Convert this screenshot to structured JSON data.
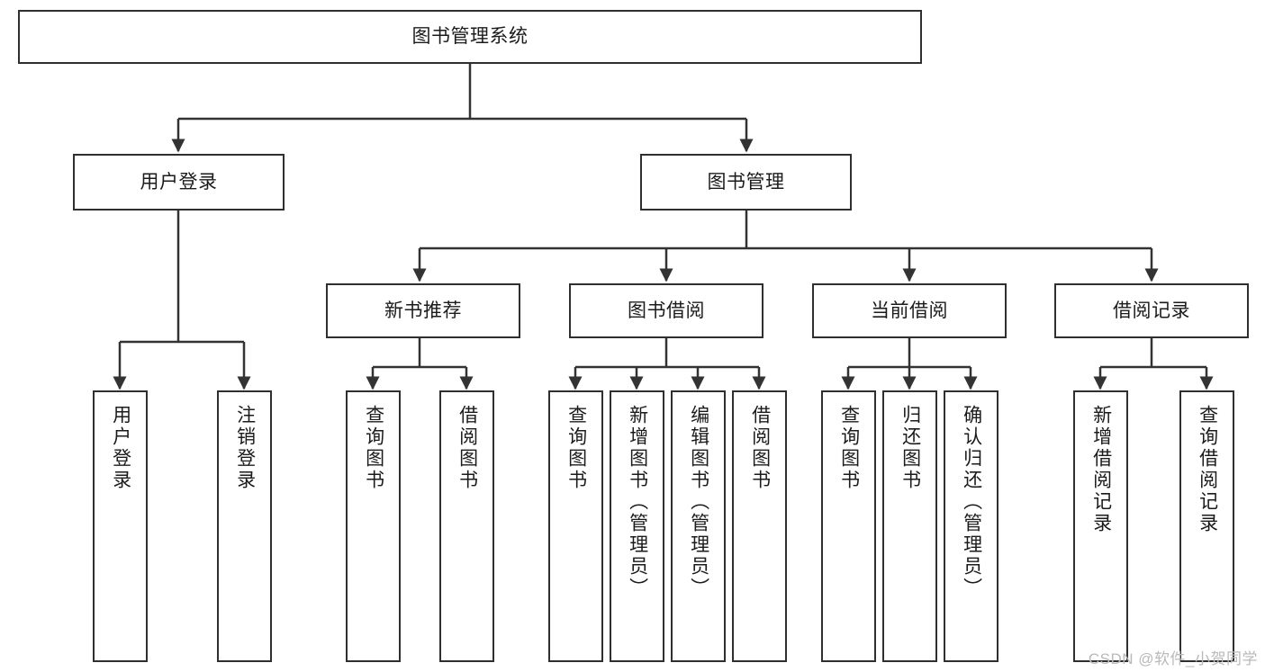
{
  "diagram": {
    "type": "tree-hierarchy-chart",
    "title": "图书管理系统",
    "watermark": "CSDN @软件_小贺同学",
    "colors": {
      "box_border": "#2f2f2f",
      "box_fill": "#ffffff",
      "connector": "#333333",
      "text": "#1b1b1b",
      "watermark": "#b9b9b9"
    },
    "nodes": {
      "root": {
        "label": "图书管理系统",
        "level": 1,
        "orientation": "horizontal"
      },
      "l2": [
        {
          "id": "user-login",
          "label": "用户登录",
          "level": 2,
          "orientation": "horizontal"
        },
        {
          "id": "book-manage",
          "label": "图书管理",
          "level": 2,
          "orientation": "horizontal"
        }
      ],
      "l3": [
        {
          "id": "new-book-rec",
          "label": "新书推荐",
          "level": 3,
          "orientation": "horizontal"
        },
        {
          "id": "book-borrow",
          "label": "图书借阅",
          "level": 3,
          "orientation": "horizontal"
        },
        {
          "id": "current-borrow",
          "label": "当前借阅",
          "level": 3,
          "orientation": "horizontal"
        },
        {
          "id": "borrow-record",
          "label": "借阅记录",
          "level": 3,
          "orientation": "horizontal"
        }
      ],
      "leaves": {
        "user_login": [
          {
            "id": "leaf-user-login",
            "label": "用户登录"
          },
          {
            "id": "leaf-logout",
            "label": "注销登录"
          }
        ],
        "new_book_rec": [
          {
            "id": "leaf-query-book-1",
            "label": "查询图书"
          },
          {
            "id": "leaf-borrow-book-1",
            "label": "借阅图书"
          }
        ],
        "book_borrow": [
          {
            "id": "leaf-query-book-2",
            "label": "查询图书"
          },
          {
            "id": "leaf-add-book",
            "label": "新增图书（管理员）"
          },
          {
            "id": "leaf-edit-book",
            "label": "编辑图书（管理员）"
          },
          {
            "id": "leaf-borrow-book-2",
            "label": "借阅图书"
          }
        ],
        "current_borrow": [
          {
            "id": "leaf-query-book-3",
            "label": "查询图书"
          },
          {
            "id": "leaf-return-book",
            "label": "归还图书"
          },
          {
            "id": "leaf-confirm-return",
            "label": "确认归还（管理员）"
          }
        ],
        "borrow_record": [
          {
            "id": "leaf-add-record",
            "label": "新增借阅记录"
          },
          {
            "id": "leaf-query-record",
            "label": "查询借阅记录"
          }
        ]
      }
    }
  }
}
